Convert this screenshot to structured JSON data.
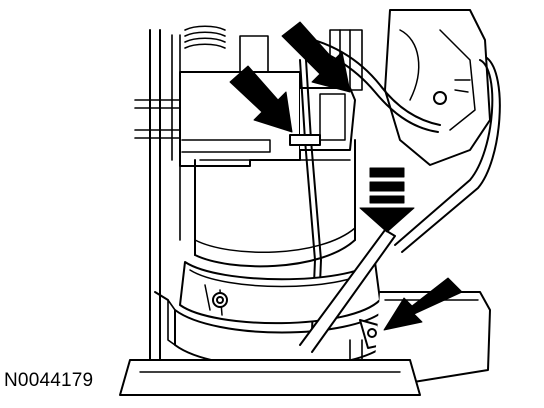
{
  "figure": {
    "id_label": "N0044179",
    "line_color": "#000000",
    "fill_color": "#ffffff",
    "callouts": [
      {
        "name": "arrow-connector-left",
        "icon": "arrow"
      },
      {
        "name": "arrow-connector-right",
        "icon": "arrow"
      },
      {
        "name": "arrow-clamp",
        "icon": "arrow"
      },
      {
        "name": "arrow-direction-down",
        "icon": "dashed-down-arrow"
      }
    ]
  }
}
